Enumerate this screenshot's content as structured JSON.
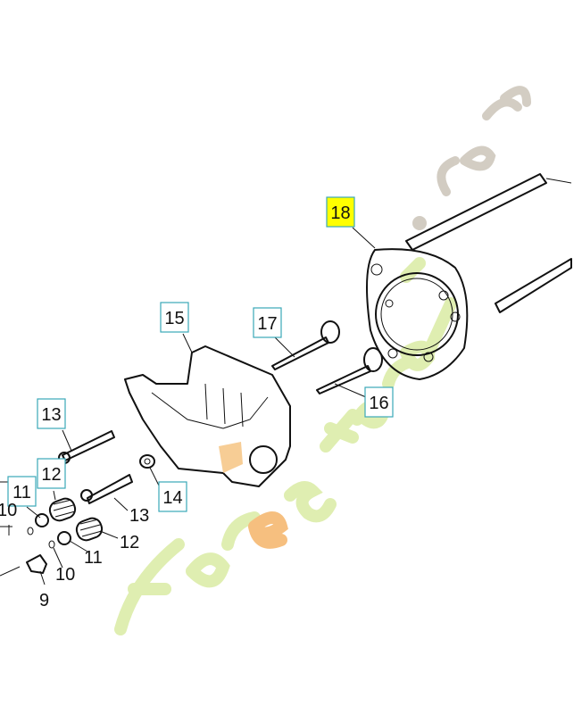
{
  "diagram": {
    "title": "Cylinder head exploded view",
    "callouts": [
      {
        "id": "18",
        "highlight": true
      },
      {
        "id": "15"
      },
      {
        "id": "17"
      },
      {
        "id": "16"
      },
      {
        "id": "13"
      },
      {
        "id": "12"
      },
      {
        "id": "11"
      },
      {
        "id": "14"
      },
      {
        "id": "10"
      }
    ],
    "plain_labels": [
      "13",
      "12",
      "11",
      "10",
      "9"
    ],
    "highlight_color": "#ffff00",
    "box_color": "#3aa8b8"
  },
  "watermark": {
    "text": "Forestjardin.com",
    "color": "#d8ea9e",
    "accent_color": "#f5b060",
    "dotcom_color": "#c8c0b4"
  }
}
